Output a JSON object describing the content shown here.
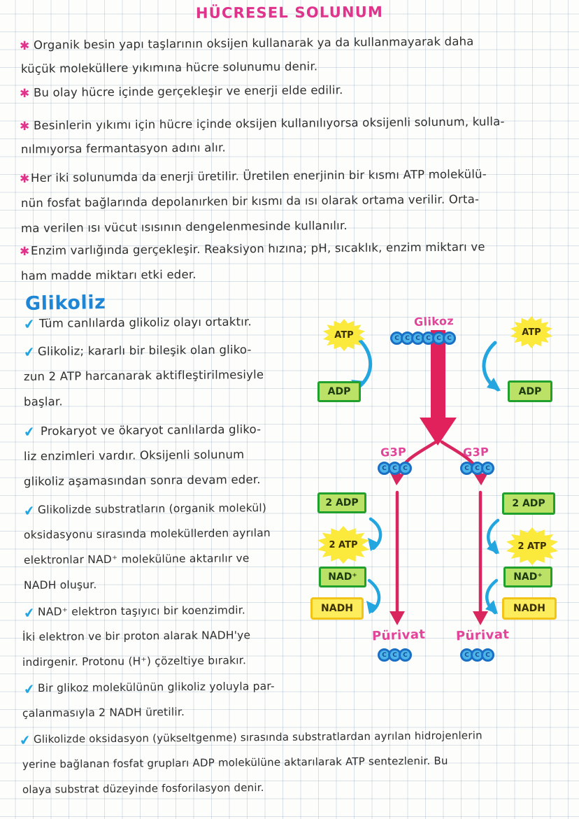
{
  "title": "HÜCRESEL SOLUNUM",
  "colors": {
    "title_pink": "#e0338c",
    "heading_blue": "#1e86d4",
    "check_blue": "#23a6e0",
    "arrow_red": "#e0215c",
    "arrow_blue": "#23a6e0",
    "carbon_blue": "#4cb4e8",
    "atp_yellow": "#fbe93c",
    "adp_green": "#bbe266",
    "nadh_yellow": "#fdec5c",
    "ink": "#2e2e2e"
  },
  "notes": {
    "star_bullets": [
      {
        "marker": "star-bullet",
        "lines": [
          "Organik besin yapı taşlarının oksijen kullanarak ya da kullanmayarak daha",
          "küçük moleküllere yıkımına hücre solunumu denir."
        ]
      },
      {
        "marker": "star-bullet",
        "lines": [
          "Bu olay hücre içinde gerçekleşir ve enerji elde edilir."
        ]
      },
      {
        "marker": "star-bullet",
        "lines": [
          "Besinlerin yıkımı için hücre içinde oksijen kullanılıyorsa oksijenli solunum, kulla-",
          "nılmıyorsa fermantasyon adını alır."
        ]
      },
      {
        "marker": "star-bullet",
        "lines": [
          "Her iki solunumda da enerji üretilir. Üretilen enerjinin bir kısmı ATP molekülü-",
          "nün fosfat bağlarında depolanırken bir kısmı da  ısı olarak ortama verilir. Orta-",
          "ma verilen ısı vücut ısısının dengelenmesinde kullanılır."
        ]
      },
      {
        "marker": "star-bullet",
        "lines": [
          "Enzim varlığında gerçekleşir. Reaksiyon hızına; pH, sıcaklık, enzim miktarı ve",
          "ham madde miktarı etki eder."
        ]
      }
    ],
    "section_heading": "Glikoliz",
    "check_bullets": [
      {
        "marker": "check-bullet",
        "lines": [
          "Tüm canlılarda glikoliz olayı ortaktır."
        ]
      },
      {
        "marker": "check-bullet",
        "lines": [
          "Glikoliz; kararlı bir bileşik olan gliko-",
          "zun 2 ATP harcanarak aktifleştirilmesiyle",
          "başlar."
        ]
      },
      {
        "marker": "check-bullet",
        "lines": [
          "Prokaryot ve ökaryot canlılarda gliko-",
          "liz enzimleri vardır. Oksijenli solunum",
          "glikoliz aşamasından sonra devam eder."
        ]
      },
      {
        "marker": "check-bullet",
        "lines": [
          "Glikolizde substratların (organik molekül)",
          "oksidasyonu sırasında moleküllerden ayrılan",
          "elektronlar NAD⁺ molekülüne aktarılır ve",
          "NADH oluşur."
        ]
      },
      {
        "marker": "check-bullet",
        "lines": [
          "NAD⁺ elektron taşıyıcı bir koenzimdir.",
          "İki elektron ve bir proton alarak NADH'ye",
          "indirgenir. Protonu (H⁺) çözeltiye bırakır."
        ]
      },
      {
        "marker": "check-bullet",
        "lines": [
          "Bir glikoz molekülünün glikoliz yoluyla par-",
          "çalanmasıyla 2 NADH üretilir."
        ]
      },
      {
        "marker": "check-bullet",
        "lines": [
          "Glikolizde  oksidasyon (yükseltgenme) sırasında substratlardan ayrılan hidrojenlerin",
          "yerine bağlanan fosfat grupları ADP molekülüne aktarılarak ATP sentezlenir. Bu",
          "olaya substrat düzeyinde fosforilasyon denir."
        ]
      }
    ]
  },
  "diagram": {
    "glucose": {
      "label": "Glikoz",
      "carbon_count": 6,
      "carbon_letter": "C"
    },
    "left_priming": {
      "atp_label": "ATP",
      "adp_label": "ADP"
    },
    "right_priming": {
      "atp_label": "ATP",
      "adp_label": "ADP"
    },
    "branches": [
      {
        "g3p_label": "G3P",
        "g3p_carbons": 3,
        "carbon_letter": "C",
        "adp_label": "2 ADP",
        "atp_label": "2 ATP",
        "nad_label": "NAD⁺",
        "nadh_label": "NADH",
        "product_label": "Pürivat",
        "product_carbons": 3
      },
      {
        "g3p_label": "G3P",
        "g3p_carbons": 3,
        "carbon_letter": "C",
        "adp_label": "2 ADP",
        "atp_label": "2 ATP",
        "nad_label": "NAD⁺",
        "nadh_label": "NADH",
        "product_label": "Pürivat",
        "product_carbons": 3
      }
    ]
  }
}
